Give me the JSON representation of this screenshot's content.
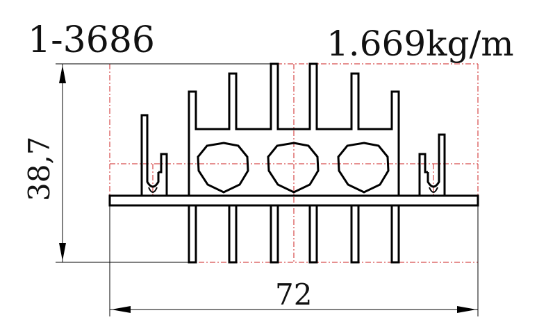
{
  "drawing": {
    "part_number": "1-3686",
    "weight": "1.669kg/m",
    "dimension_width": "72",
    "dimension_height": "38,7"
  },
  "colors": {
    "profile_outline": "#000000",
    "centerline": "#cc2222",
    "dimension_line": "#000000",
    "background": "#ffffff"
  }
}
